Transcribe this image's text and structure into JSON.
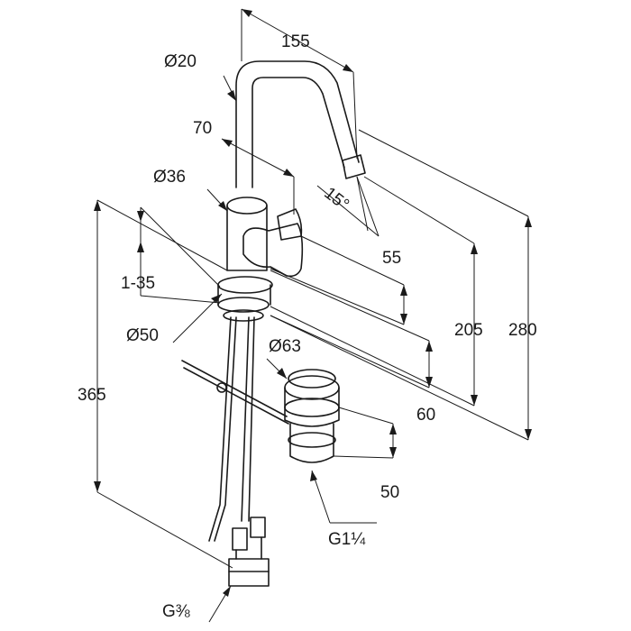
{
  "dimensions": {
    "spout_reach": "155",
    "spout_diameter": "Ø20",
    "lever_offset": "70",
    "body_diameter": "Ø36",
    "clamp_range": "1-35",
    "base_diameter": "Ø50",
    "waste_diameter": "Ø63",
    "total_height": "365",
    "swivel_angle": "15°",
    "lever_height": "55",
    "spout_height": "205",
    "overall_height": "280",
    "base_height": "60",
    "waste_height": "50",
    "waste_thread": "G1¼",
    "supply_thread": "G⅜"
  }
}
